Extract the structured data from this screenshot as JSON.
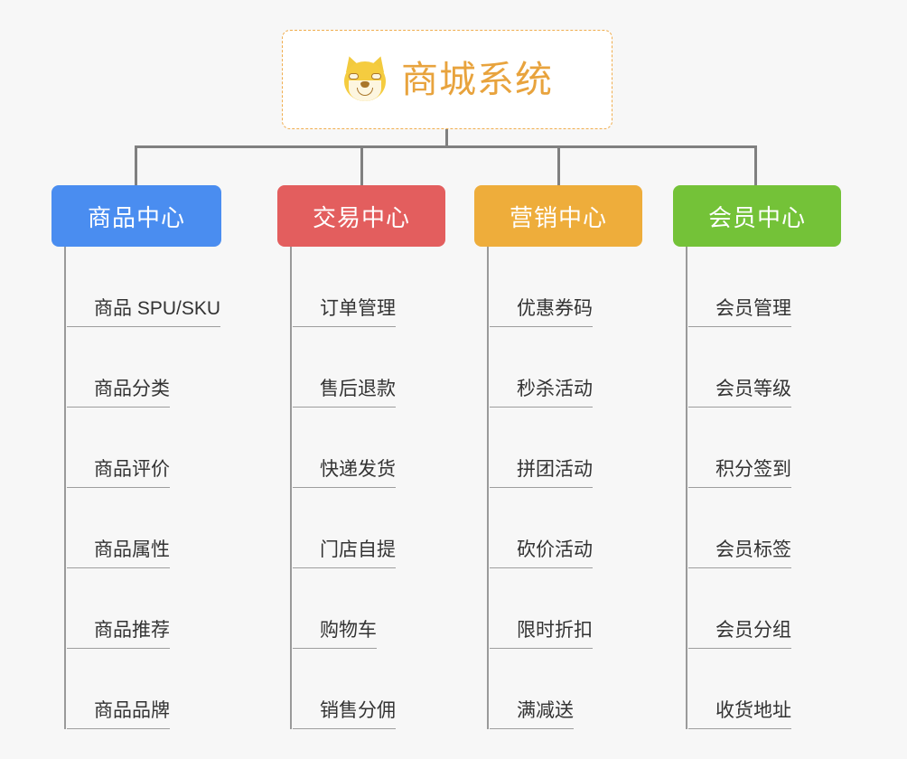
{
  "page": {
    "background_color": "#f7f7f7",
    "line_color": "#808080"
  },
  "root": {
    "title": "商城系统",
    "icon": "dog-face-icon",
    "border_color": "#f0ad4e",
    "text_color": "#e8a33d",
    "background_color": "#ffffff"
  },
  "branches": [
    {
      "label": "商品中心",
      "color": "#4a8df0",
      "items": [
        {
          "label": "商品 SPU/SKU"
        },
        {
          "label": "商品分类"
        },
        {
          "label": "商品评价"
        },
        {
          "label": "商品属性"
        },
        {
          "label": "商品推荐"
        },
        {
          "label": "商品品牌"
        }
      ]
    },
    {
      "label": "交易中心",
      "color": "#e35e5e",
      "items": [
        {
          "label": "订单管理"
        },
        {
          "label": "售后退款"
        },
        {
          "label": "快递发货"
        },
        {
          "label": "门店自提"
        },
        {
          "label": "购物车"
        },
        {
          "label": "销售分佣"
        }
      ]
    },
    {
      "label": "营销中心",
      "color": "#eead3b",
      "items": [
        {
          "label": "优惠券码"
        },
        {
          "label": "秒杀活动"
        },
        {
          "label": "拼团活动"
        },
        {
          "label": "砍价活动"
        },
        {
          "label": "限时折扣"
        },
        {
          "label": "满减送"
        }
      ]
    },
    {
      "label": "会员中心",
      "color": "#74c238",
      "items": [
        {
          "label": "会员管理"
        },
        {
          "label": "会员等级"
        },
        {
          "label": "积分签到"
        },
        {
          "label": "会员标签"
        },
        {
          "label": "会员分组"
        },
        {
          "label": "收货地址"
        }
      ]
    }
  ]
}
